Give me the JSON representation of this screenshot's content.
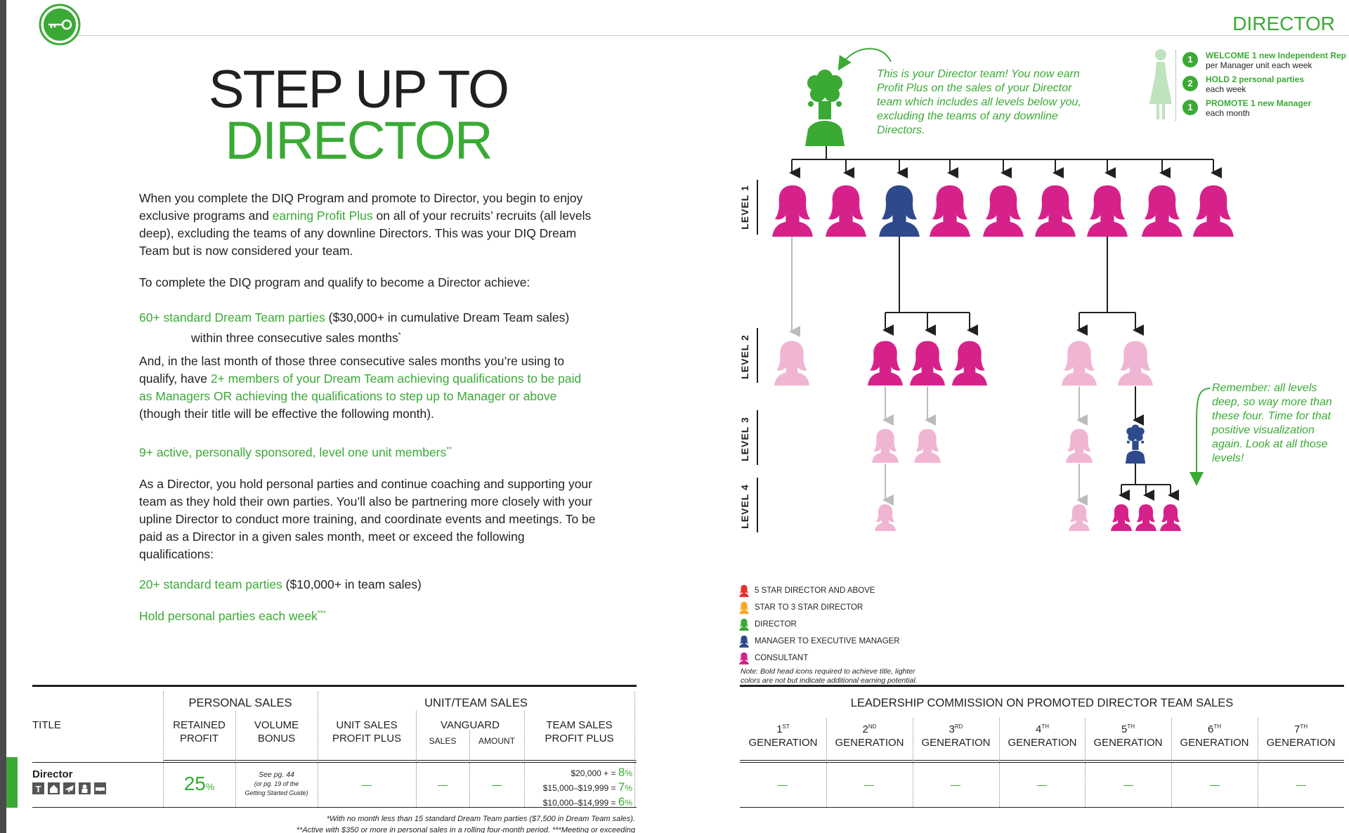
{
  "header": {
    "section_label": "DIRECTOR",
    "logo_icon": "key-icon"
  },
  "left": {
    "title_line1": "STEP UP TO",
    "title_line2": "DIRECTOR",
    "intro": {
      "p1_a": "When you complete the DIQ Program and promote to Director, you begin to enjoy exclusive programs and ",
      "p1_hl": "earning Profit Plus",
      "p1_b": " on all of your recruits’ recruits (all levels deep), excluding the teams of any downline Directors. This was your DIQ Dream Team but is now considered your team.",
      "p2": "To complete the DIQ program and qualify to become a Director achieve:",
      "req1_hl": "60+ standard Dream Team parties",
      "req1_a": " ($30,000+ in cumulative Dream Team sales)",
      "req1_b": "within three consecutive sales months",
      "req1_mark": "*",
      "p3_a": "And, in the last month of those three consecutive sales months you’re using to qualify, have ",
      "p3_hl": "2+ members of your Dream Team achieving qualifications to be paid as Managers OR achieving the qualifications to step up to Manager or above",
      "p3_b": " (though their title will be effective the following month).",
      "req2_hl": "9+ active, personally sponsored, level one unit members",
      "req2_mark": "**",
      "p4": "As a Director, you hold personal parties and continue coaching and supporting your team as they hold their own parties. You’ll also be partnering more closely with your upline Director to conduct more training, and coordinate events and meetings. To be paid as a Director in a given sales month, meet or exceed the following qualifications:",
      "req3_hl": "20+ standard team parties",
      "req3_a": " ($10,000+ in team sales)",
      "req4_hl": "Hold personal parties each week",
      "req4_mark": "***"
    }
  },
  "table_left": {
    "col_title": "TITLE",
    "group_personal": "PERSONAL SALES",
    "group_unit": "UNIT/TEAM SALES",
    "retained_1": "RETAINED",
    "retained_2": "PROFIT",
    "volume_1": "VOLUME",
    "volume_2": "BONUS",
    "unit_1": "UNIT SALES",
    "unit_2": "PROFIT PLUS",
    "vanguard": "VANGUARD",
    "vg_sales": "SALES",
    "vg_amount": "AMOUNT",
    "team_1": "TEAM SALES",
    "team_2": "PROFIT PLUS",
    "row_title": "Director",
    "row_icons": [
      "t-icon",
      "house-icon",
      "plane-icon",
      "person-icon",
      "car-icon"
    ],
    "row_retained_num": "25",
    "row_retained_unit": "%",
    "row_volume_1": "See pg. 44",
    "row_volume_2": "(or pg. 19 of the",
    "row_volume_3": "Getting Started Guide)",
    "row_dash": "–",
    "tier1": "$20,000 + =",
    "tier1_pct": "8",
    "tier2": "$15,000–$19,999 =",
    "tier2_pct": "7",
    "tier3": "$10,000–$14,999 =",
    "tier3_pct": "6",
    "pct_sign": "%"
  },
  "footnotes": {
    "f1": "*With no month less than 15 standard Dream Team parties ($7,500 in Dream Team sales).",
    "f2": "**Active with $350 or more in personal sales in a rolling four-month period. ***Meeting or exceeding"
  },
  "right": {
    "caption": "This is your Director team! You now earn Profit Plus on the sales of your Director team which includes all levels below you, excluding the teams of any downline Directors.",
    "reminder": "Remember: all levels deep, so way more than these four. Time for that positive visualization again. Look at all those levels!",
    "levels": [
      "LEVEL 1",
      "LEVEL 2",
      "LEVEL 3",
      "LEVEL 4"
    ],
    "bullets": [
      {
        "num": "1",
        "hl": "WELCOME 1 new Independent Rep",
        "rest": "per Manager unit each week"
      },
      {
        "num": "2",
        "hl": "HOLD 2 personal parties",
        "rest": "each week"
      },
      {
        "num": "1",
        "hl": "PROMOTE 1 new Manager",
        "rest": "each month"
      }
    ],
    "legend": [
      {
        "label": "5 STAR DIRECTOR AND ABOVE",
        "color": "#e4322b"
      },
      {
        "label": "STAR TO 3 STAR DIRECTOR",
        "color": "#f7a823"
      },
      {
        "label": "DIRECTOR",
        "color": "#3aaa35"
      },
      {
        "label": "MANAGER TO EXECUTIVE MANAGER",
        "color": "#2e4a8c"
      },
      {
        "label": "CONSULTANT",
        "color": "#d6218b"
      }
    ],
    "legend_note": "Note: Bold head icons required to achieve title, lighter colors are not but indicate additional earning potential.",
    "colors": {
      "consultant": "#d6218b",
      "consultant_light": "#f0b5d3",
      "manager": "#2e4a8c",
      "director": "#3aaa35",
      "fashion_light": "#bfe3bd"
    }
  },
  "table_right": {
    "heading": "LEADERSHIP COMMISSION ON PROMOTED DIRECTOR TEAM SALES",
    "gens": [
      {
        "n": "1",
        "sup": "ST"
      },
      {
        "n": "2",
        "sup": "ND"
      },
      {
        "n": "3",
        "sup": "RD"
      },
      {
        "n": "4",
        "sup": "TH"
      },
      {
        "n": "5",
        "sup": "TH"
      },
      {
        "n": "6",
        "sup": "TH"
      },
      {
        "n": "7",
        "sup": "TH"
      }
    ],
    "gen_word": "GENERATION",
    "dash": "–"
  }
}
